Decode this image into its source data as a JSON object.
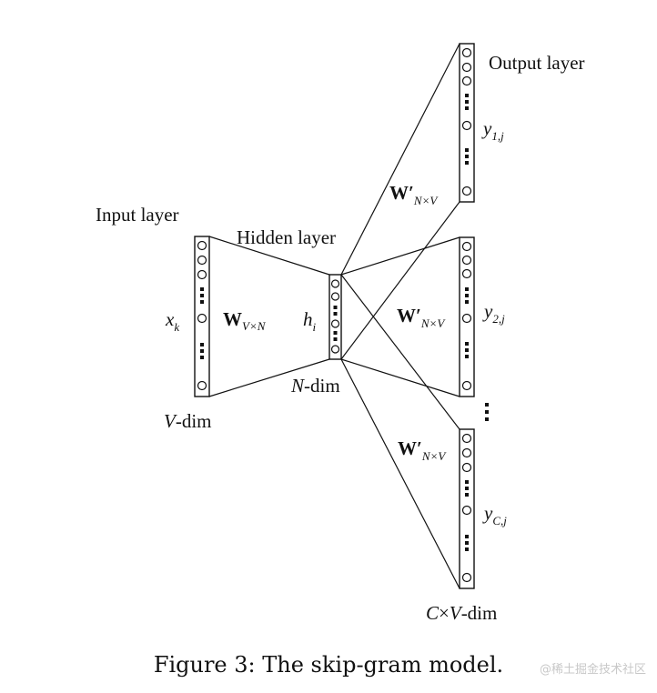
{
  "labels": {
    "input_layer": "Input layer",
    "hidden_layer": "Hidden layer",
    "output_layer": "Output layer",
    "x_var": "x",
    "x_sub": "k",
    "h_var": "h",
    "h_sub": "i",
    "W": "W",
    "W_sub": "V×N",
    "Wp": "W′",
    "Wp_sub": "N×V",
    "y_var": "y",
    "y1_sub": "1,j",
    "y2_sub": "2,j",
    "yC_sub": "C,j",
    "v_dim_var": "V",
    "dim_suffix": "-dim",
    "n_dim_var": "N",
    "cv_dim_c": "C",
    "cv_dim_times": "×",
    "cv_dim_v": "V"
  },
  "caption": "Figure 3: The skip-gram model.",
  "watermark": "@稀土掘金技术社区",
  "colors": {
    "ink": "#111111",
    "background": "#ffffff",
    "watermark": "#c8c8c8"
  }
}
